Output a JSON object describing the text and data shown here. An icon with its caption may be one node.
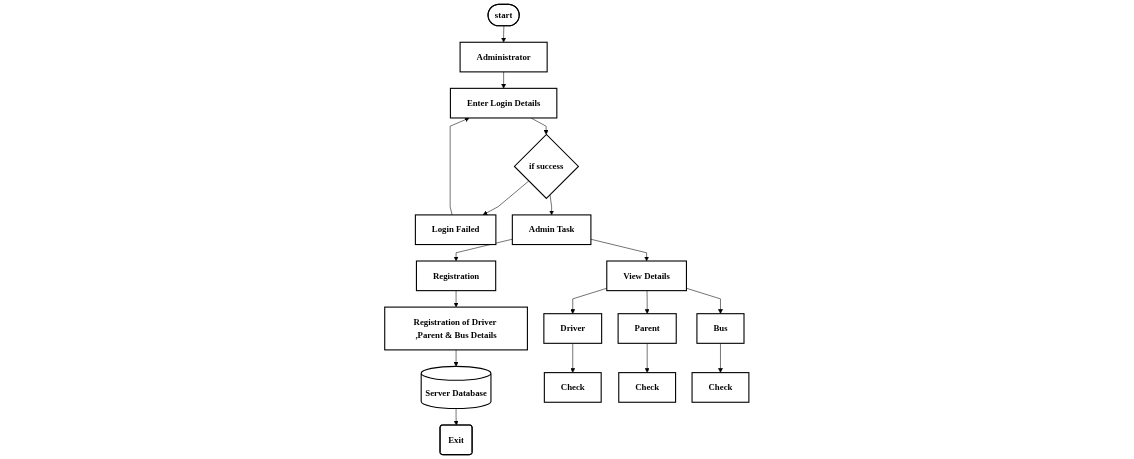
{
  "diagram": {
    "nodes": [
      {
        "text": [
          "start"
        ]
      },
      {
        "text": [
          "Administrator"
        ]
      },
      {
        "text": [
          "Enter Login Details"
        ]
      },
      {
        "text": [
          "if success"
        ]
      },
      {
        "text": [
          "Login Failed"
        ]
      },
      {
        "text": [
          "Admin Task"
        ]
      },
      {
        "text": [
          "Registration"
        ]
      },
      {
        "text": [
          "View Details"
        ]
      },
      {
        "text": [
          "Registration of Driver ,Parent & Bus Details"
        ]
      },
      {
        "text": [
          "Server Database"
        ]
      },
      {
        "text": [
          "Exit"
        ]
      },
      {
        "text": [
          "Driver"
        ]
      },
      {
        "text": [
          "Parent"
        ]
      },
      {
        "text": [
          "Bus"
        ]
      },
      {
        "text": [
          "Check"
        ]
      },
      {
        "text": [
          "Check"
        ]
      },
      {
        "text": [
          "Check"
        ]
      }
    ],
    "edges": [
      {
        "from": 0,
        "to": 1,
        "arrow": "to"
      },
      {
        "from": 1,
        "to": 2,
        "arrow": "to"
      },
      {
        "from": 2,
        "to": 3,
        "arrow": "to"
      },
      {
        "from": 3,
        "to": 4,
        "arrow": "to"
      },
      {
        "from": 4,
        "to": 2,
        "arrow": "to"
      },
      {
        "from": 3,
        "to": 5,
        "arrow": "to"
      },
      {
        "from": 5,
        "to": 6,
        "arrow": "to"
      },
      {
        "from": 5,
        "to": 7,
        "arrow": "to"
      },
      {
        "from": 6,
        "to": 8,
        "arrow": "to"
      },
      {
        "from": 8,
        "to": 9,
        "arrow": "to"
      },
      {
        "from": 9,
        "to": 10,
        "arrow": "to"
      },
      {
        "from": 7,
        "to": 11,
        "arrow": "to"
      },
      {
        "from": 7,
        "to": 12,
        "arrow": "to"
      },
      {
        "from": 7,
        "to": 13,
        "arrow": "to"
      },
      {
        "from": 11,
        "to": 14,
        "arrow": "to"
      },
      {
        "from": 12,
        "to": 15,
        "arrow": "to"
      },
      {
        "from": 13,
        "to": 16,
        "arrow": "to"
      }
    ]
  }
}
